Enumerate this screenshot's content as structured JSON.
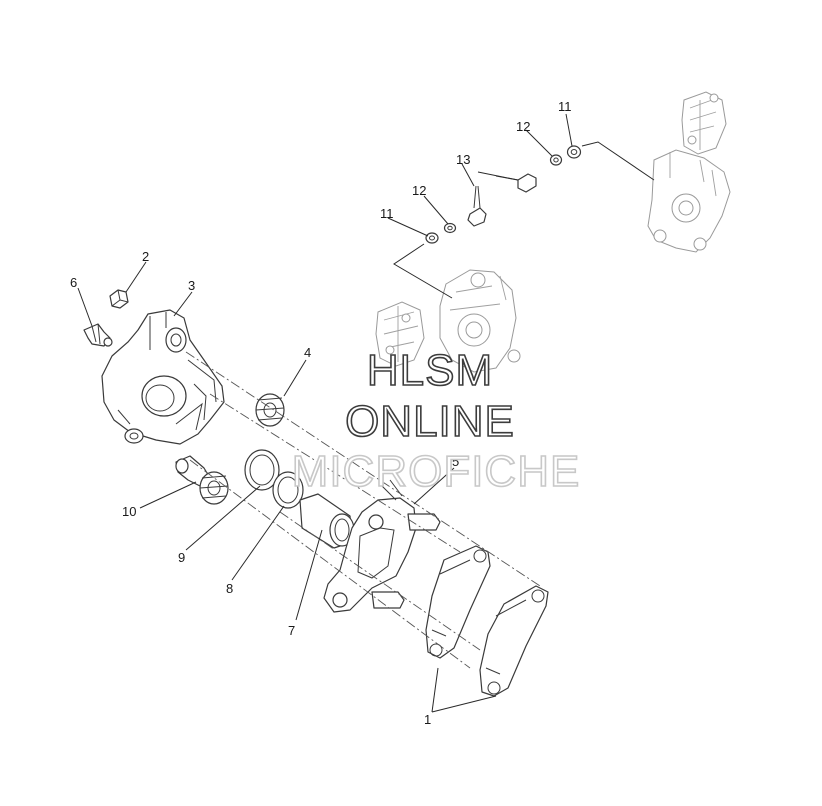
{
  "watermark": {
    "line1": "HLSM",
    "line2": "ONLINE",
    "line3": "MICROFICHE",
    "color_dark": "#3c3c3c",
    "color_light": "#c8c8c8"
  },
  "callouts": {
    "c1": "1",
    "c2": "2",
    "c3": "3",
    "c4": "4",
    "c5": "5",
    "c6": "6",
    "c7": "7",
    "c8": "8",
    "c9": "9",
    "c10": "10",
    "c11a": "11",
    "c11b": "11",
    "c12a": "12",
    "c12b": "12",
    "c13": "13"
  }
}
